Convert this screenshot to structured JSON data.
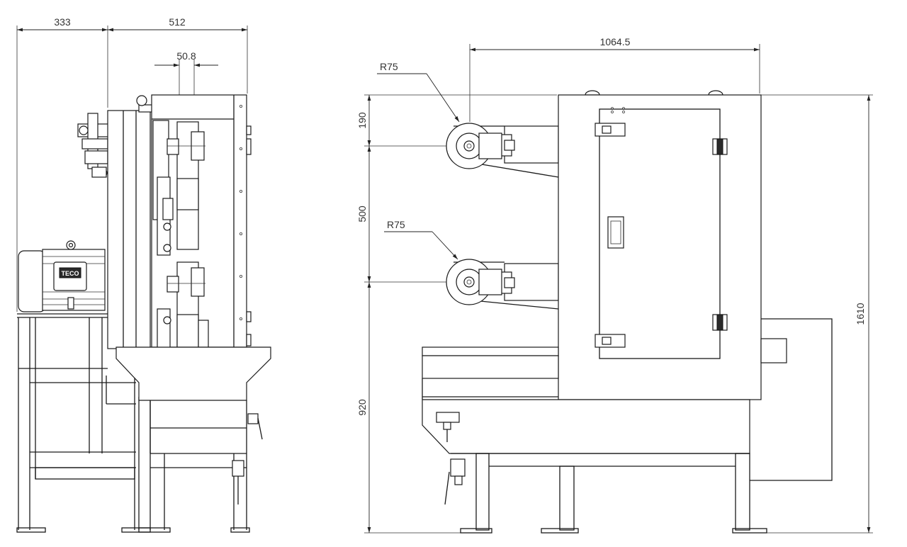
{
  "dimensions": {
    "side_view": {
      "width_left": "333",
      "width_right": "512",
      "belt_width": "50.8"
    },
    "front_view": {
      "wheel_span": "1064.5",
      "top_offset": "190",
      "wheel_spacing": "500",
      "base_height": "920",
      "total_height": "1610",
      "upper_radius": "R75",
      "lower_radius": "R75"
    }
  },
  "motor_brand": "TECO"
}
